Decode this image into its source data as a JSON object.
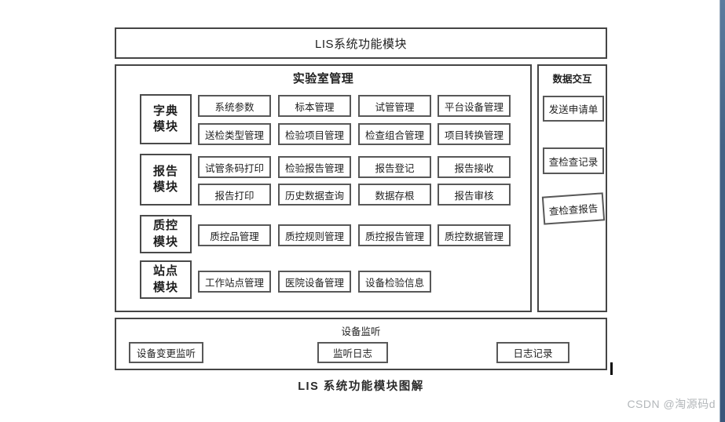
{
  "diagram": {
    "title": "LIS系统功能模块",
    "lab_panel": {
      "title": "实验室管理",
      "modules": [
        {
          "line1": "字典",
          "line2": "模块"
        },
        {
          "line1": "报告",
          "line2": "模块"
        },
        {
          "line1": "质控",
          "line2": "模块"
        },
        {
          "line1": "站点",
          "line2": "模块"
        }
      ],
      "rows": [
        [
          "系统参数",
          "标本管理",
          "试管管理",
          "平台设备管理"
        ],
        [
          "送检类型管理",
          "检验项目管理",
          "检查组合管理",
          "项目转换管理"
        ],
        [
          "试管条码打印",
          "检验报告管理",
          "报告登记",
          "报告接收"
        ],
        [
          "报告打印",
          "历史数据查询",
          "数据存根",
          "报告审核"
        ],
        [
          "质控品管理",
          "质控规则管理",
          "质控报告管理",
          "质控数据管理"
        ],
        [
          "工作站点管理",
          "医院设备管理",
          "设备检验信息"
        ]
      ]
    },
    "data_panel": {
      "title": "数据交互",
      "items": [
        "发送申请单",
        "查检查记录",
        "查检查报告"
      ]
    },
    "monitor_panel": {
      "title": "设备监听",
      "items": [
        "设备变更监听",
        "监听日志",
        "日志记录"
      ]
    },
    "caption": "LIS 系统功能模块图解"
  },
  "watermark": "CSDN @淘源码d",
  "colors": {
    "box_border": "#454545",
    "button_border": "#585858",
    "scrollbar_blue": "#446285",
    "watermark_gray": "#b3b7ba"
  }
}
